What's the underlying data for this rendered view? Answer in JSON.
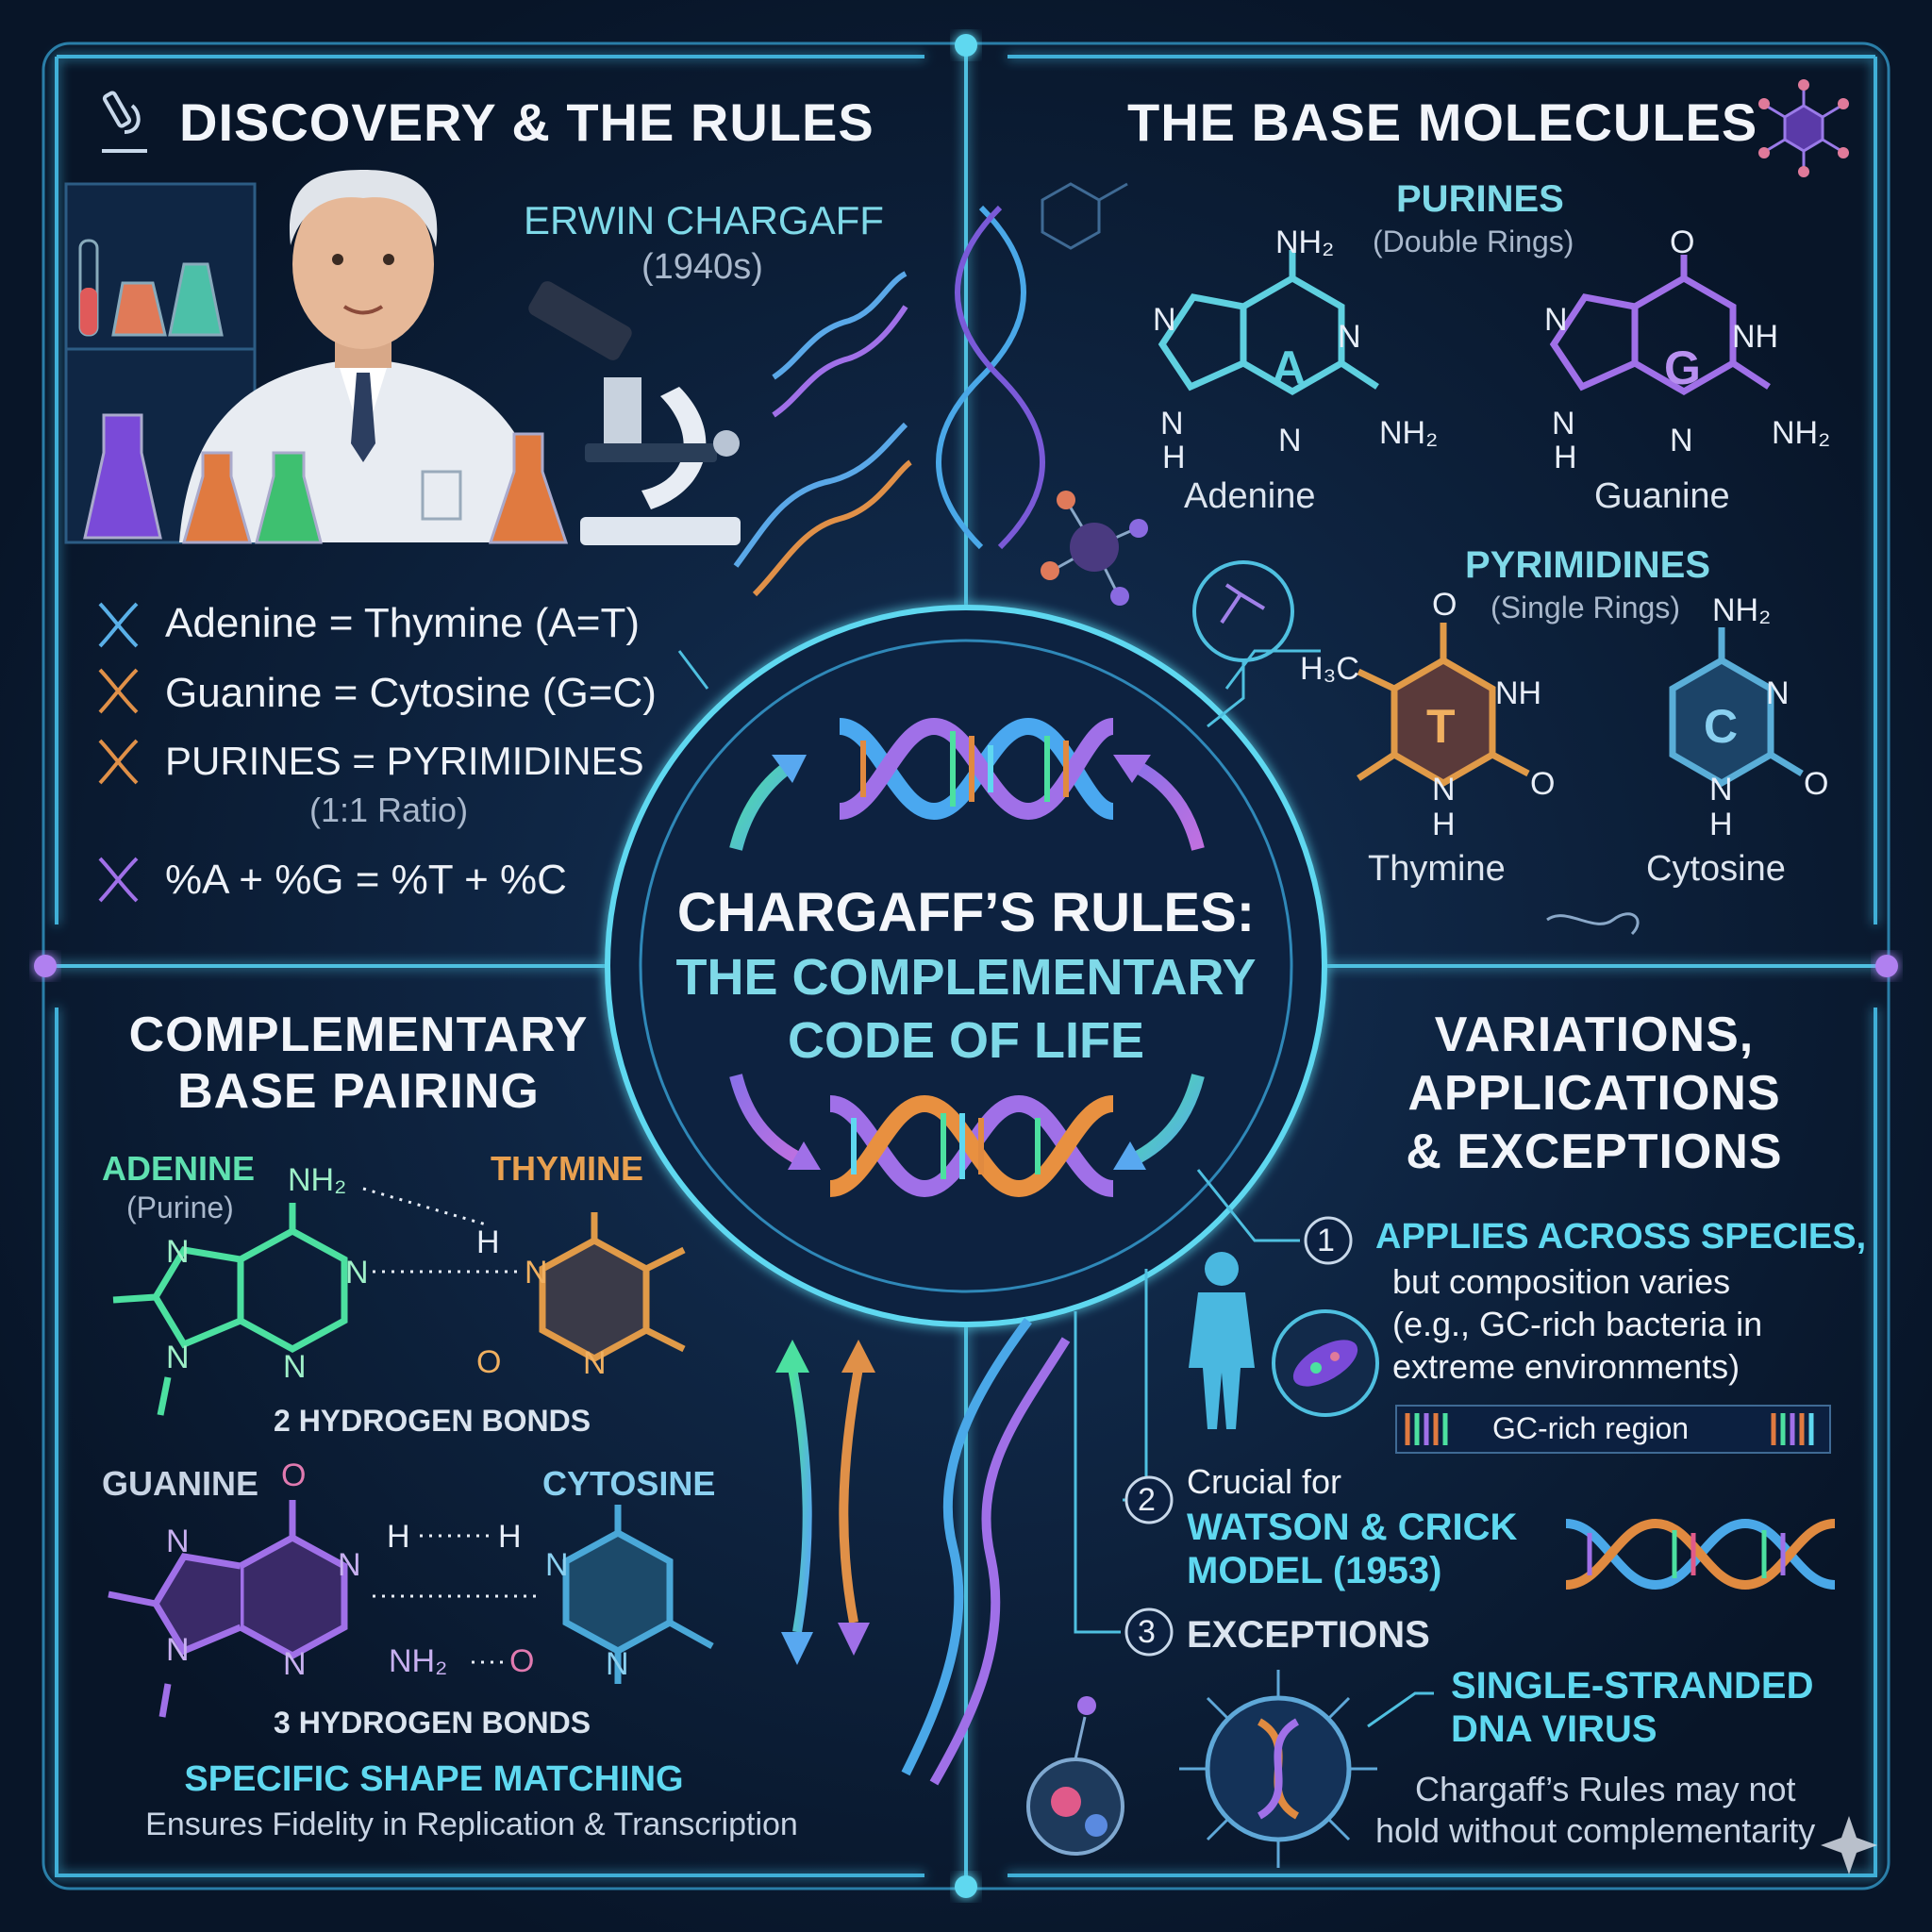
{
  "center": {
    "title_line1": "CHARGAFF’S RULES:",
    "title_line2": "THE COMPLEMENTARY",
    "title_line3": "CODE OF LIFE"
  },
  "q1": {
    "title": "DISCOVERY & THE RULES",
    "scientist_name": "ERWIN CHARGAFF",
    "scientist_era": "(1940s)",
    "rules": [
      "Adenine = Thymine (A=T)",
      "Guanine = Cytosine (G=C)",
      "PURINES = PYRIMIDINES",
      "%A + %G = %T + %C"
    ],
    "ratio_note": "(1:1 Ratio)"
  },
  "q2": {
    "title": "THE BASE MOLECULES",
    "purines_title": "PURINES",
    "purines_sub": "(Double Rings)",
    "pyrimidines_title": "PYRIMIDINES",
    "pyrimidines_sub": "(Single Rings)",
    "bases": [
      {
        "letter": "A",
        "name": "Adenine",
        "color": "#5fd0e0"
      },
      {
        "letter": "G",
        "name": "Guanine",
        "color": "#a070e8"
      },
      {
        "letter": "T",
        "name": "Thymine",
        "color": "#e09a48"
      },
      {
        "letter": "C",
        "name": "Cytosine",
        "color": "#5aaed8"
      }
    ],
    "atoms": {
      "nh2": "NH₂",
      "nh": "NH",
      "n": "N",
      "h": "H",
      "o": "O",
      "h3c": "H₃C"
    }
  },
  "q3": {
    "title_line1": "COMPLEMENTARY",
    "title_line2": "BASE PAIRING",
    "pair1_left": "ADENINE",
    "pair1_left_sub": "(Purine)",
    "pair1_right": "THYMINE",
    "pair1_bonds": "2 HYDROGEN BONDS",
    "pair2_left": "GUANINE",
    "pair2_right": "CYTOSINE",
    "pair2_bonds": "3 HYDROGEN BONDS",
    "footer_title": "SPECIFIC SHAPE MATCHING",
    "footer_sub": "Ensures Fidelity in Replication & Transcription"
  },
  "q4": {
    "title_line1": "VARIATIONS,",
    "title_line2": "APPLICATIONS",
    "title_line3": "& EXCEPTIONS",
    "item1_num": "1",
    "item1_title": "APPLIES ACROSS SPECIES,",
    "item1_body": [
      "but composition varies",
      "(e.g., GC-rich bacteria in",
      "extreme environments)"
    ],
    "gc_label": "GC-rich region",
    "item2_num": "2",
    "item2_intro": "Crucial for",
    "item2_title": [
      "WATSON & CRICK",
      "MODEL (1953)"
    ],
    "item3_num": "3",
    "item3_title": "EXCEPTIONS",
    "virus_title": [
      "SINGLE-STRANDED",
      "DNA VIRUS"
    ],
    "virus_body": [
      "Chargaff’s Rules may not",
      "hold without complementarity"
    ]
  }
}
